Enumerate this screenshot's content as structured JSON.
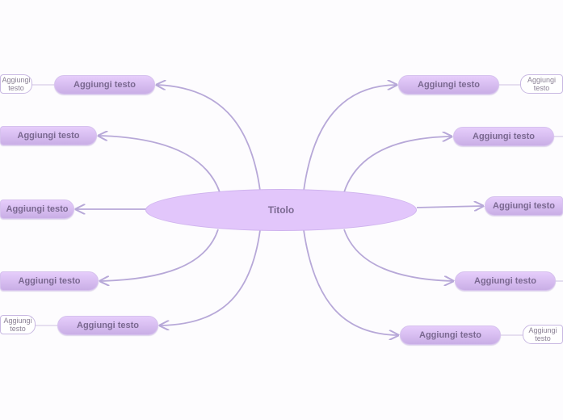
{
  "center": {
    "label": "Titolo"
  },
  "colors": {
    "node": "#d8bcf3",
    "edge": "#b7a8d8",
    "text": "#7a6890"
  },
  "left_nodes": [
    {
      "label": "Aggiungi testo",
      "child": "Aggiungi testo"
    },
    {
      "label": "Aggiungi testo"
    },
    {
      "label": "Aggiungi testo"
    },
    {
      "label": "Aggiungi testo"
    },
    {
      "label": "Aggiungi testo",
      "child": "Aggiungi testo"
    }
  ],
  "right_nodes": [
    {
      "label": "Aggiungi testo",
      "child": "Aggiungi testo"
    },
    {
      "label": "Aggiungi testo"
    },
    {
      "label": "Aggiungi testo"
    },
    {
      "label": "Aggiungi testo"
    },
    {
      "label": "Aggiungi testo",
      "child": "Aggiungi testo"
    }
  ]
}
